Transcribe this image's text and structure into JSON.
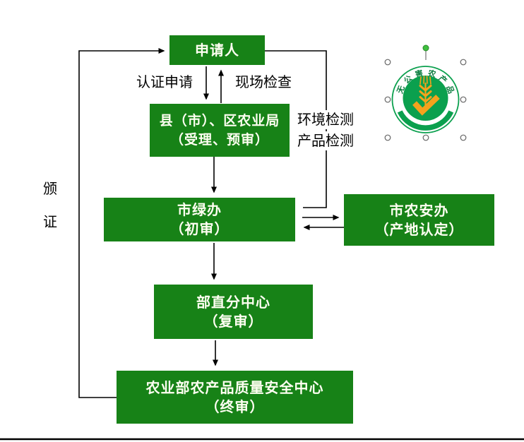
{
  "flowchart": {
    "applicant": {
      "line1": "申请人"
    },
    "county_bureau": {
      "line1": "县（市）、区农业局",
      "line2": "（受理、预审）"
    },
    "city_green_office": {
      "line1": "市绿办",
      "line2": "（初审）"
    },
    "city_agri_safety_office": {
      "line1": "市农安办",
      "line2": "（产地认定）"
    },
    "ministry_branch_center": {
      "line1": "部直分中心",
      "line2": "（复审）"
    },
    "ministry_quality_center": {
      "line1": "农业部农产品质量安全中心",
      "line2": "（终审）"
    }
  },
  "labels": {
    "certification_application": "认证申请",
    "site_inspection": "现场检查",
    "environment_test": "环境检测",
    "product_test": "产品检测",
    "issue_certificate_char1": "颁",
    "issue_certificate_char2": "证"
  },
  "logo": {
    "chars": [
      "无",
      "公",
      "害",
      "农",
      "产",
      "品"
    ]
  },
  "colors": {
    "box_green": "#178217",
    "box_text": "#fffff2",
    "logo_green": "#0ba04e",
    "logo_text_green": "#0a7c3e",
    "logo_orange": "#f6a21d",
    "line_black": "#000000"
  }
}
